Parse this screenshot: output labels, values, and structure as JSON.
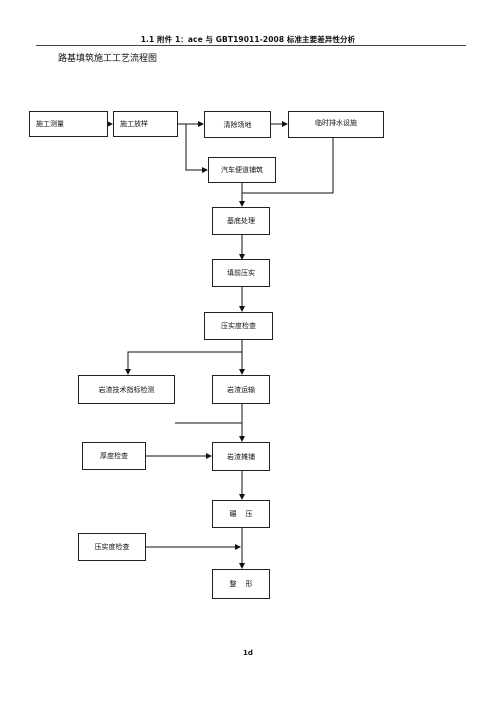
{
  "header": {
    "text": "1.1    附件 1：ace 与 GBT19011-2008 标准主要差异性分析"
  },
  "title": "路基填筑施工工艺流程图",
  "nodes": {
    "survey": "施工测量",
    "layout": "施工放样",
    "clear": "清除场地",
    "drain": "临时排水设施",
    "road": "汽车便道铺筑",
    "base": "基底处理",
    "compact_fill": "填前压实",
    "density_check": "压实度检查",
    "rock_test": "岩渣技术指标检测",
    "transport": "岩渣运输",
    "thickness": "厚度检查",
    "spread": "岩渣摊铺",
    "roll": "碾    压",
    "density_check2": "压实度检查",
    "shape": "整    形"
  },
  "footer": {
    "page": "1d"
  }
}
